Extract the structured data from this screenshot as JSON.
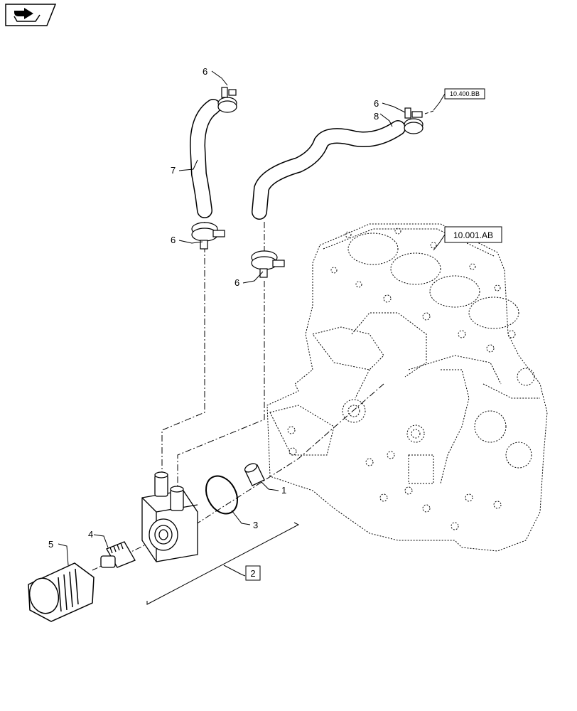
{
  "nav_icon": "return-arrow-icon",
  "callouts": {
    "c1": "1",
    "c2": "2",
    "c3": "3",
    "c4": "4",
    "c5": "5",
    "c6a": "6",
    "c6b": "6",
    "c6c": "6",
    "c6d": "6",
    "c7": "7",
    "c8": "8"
  },
  "refs": {
    "upper": "10.400.BB",
    "block": "10.001.AB"
  }
}
